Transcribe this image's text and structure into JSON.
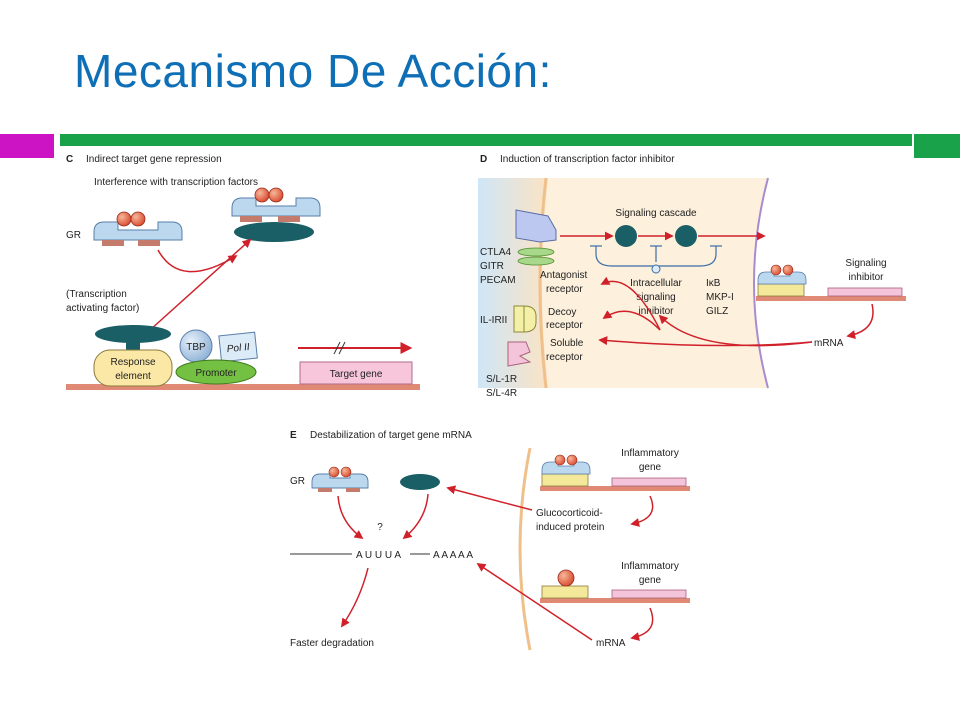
{
  "slide": {
    "title": "Mecanismo De Acción:"
  },
  "colors": {
    "title": "#0e6fb6",
    "accent_magenta": "#cc14c4",
    "accent_green": "#1aa24a",
    "arrow_red": "#d0202a"
  },
  "panel_c": {
    "letter": "C",
    "title": "Indirect target gene repression",
    "subtitle": "Interference with transcription factors",
    "gr_label": "GR",
    "tf_label_1": "(Transcription",
    "tf_label_2": "activating factor)",
    "tbp": "TBP",
    "pol": "Pol II",
    "response_1": "Response",
    "response_2": "element",
    "promoter": "Promoter",
    "target_gene": "Target gene"
  },
  "panel_d": {
    "letter": "D",
    "title": "Induction of transcription factor inhibitor",
    "signaling_cascade": "Signaling cascade",
    "ctla4": "CTLA4",
    "gitr": "GITR",
    "pecam": "PECAM",
    "antagonist_1": "Antagonist",
    "antagonist_2": "receptor",
    "il_irii": "IL-IRII",
    "decoy_1": "Decoy",
    "decoy_2": "receptor",
    "soluble_1": "Soluble",
    "soluble_2": "receptor",
    "sl1r": "S/L-1R",
    "sl4r": "S/L-4R",
    "intracellular_1": "Intracellular",
    "intracellular_2": "signaling",
    "intracellular_3": "inhibitor",
    "ikb": "IκB",
    "mkp": "MKP-I",
    "gilz": "GILZ",
    "signaling_inhibitor_1": "Signaling",
    "signaling_inhibitor_2": "inhibitor",
    "mrna": "mRNA"
  },
  "panel_e": {
    "letter": "E",
    "title": "Destabilization of target gene mRNA",
    "gr_label": "GR",
    "question": "?",
    "auuua": "A U U U A",
    "aaaaa": "A A A A A",
    "faster": "Faster degradation",
    "glucocorticoid_1": "Glucocorticoid-",
    "glucocorticoid_2": "induced protein",
    "inflam_top_1": "Inflammatory",
    "inflam_top_2": "gene",
    "inflam_bottom_1": "Inflammatory",
    "inflam_bottom_2": "gene",
    "mrna": "mRNA"
  }
}
